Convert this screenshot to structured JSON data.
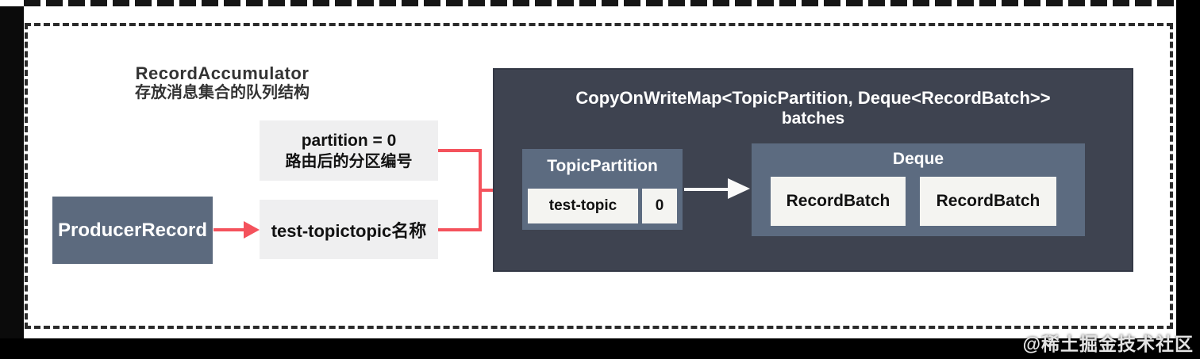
{
  "diagram": {
    "legend": {
      "title": "RecordAccumulator",
      "subtitle": "存放消息集合的队列结构"
    },
    "producer_record": {
      "label": "ProducerRecord"
    },
    "partition_note": {
      "line1": "partition = 0",
      "line2": "路由后的分区编号"
    },
    "topic_note": {
      "label": "test-topictopic名称"
    },
    "map_container": {
      "title": "CopyOnWriteMap<TopicPartition, Deque<RecordBatch>>",
      "subtitle": "batches"
    },
    "topic_partition": {
      "title": "TopicPartition",
      "topic": "test-topic",
      "partition": "0"
    },
    "deque": {
      "title": "Deque",
      "items": [
        "RecordBatch",
        "RecordBatch"
      ]
    },
    "colors": {
      "accent_red": "#f4525c",
      "panel_dark": "#3e4350",
      "panel_slate": "#5c6b80",
      "note_gray": "#efeff0",
      "card_white": "#f4f4f1"
    }
  },
  "watermark": {
    "text": "@稀土掘金技术社区"
  }
}
